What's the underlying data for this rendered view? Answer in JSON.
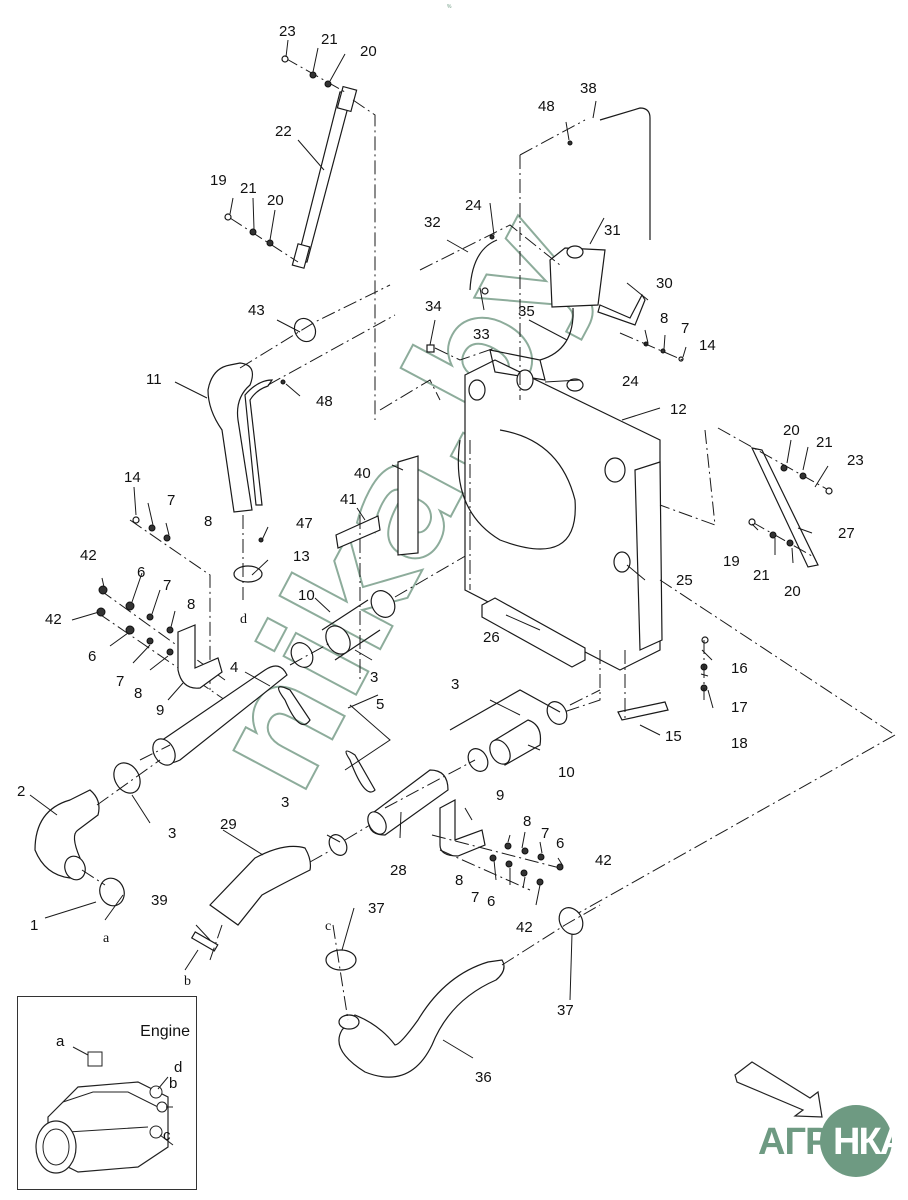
{
  "diagram": {
    "title": "Radiator / cooling system exploded view",
    "callouts": [
      "23",
      "21",
      "20",
      "22",
      "19",
      "21",
      "20",
      "43",
      "11",
      "48",
      "14",
      "7",
      "8",
      "42",
      "6",
      "7",
      "8",
      "42",
      "6",
      "7",
      "8",
      "9",
      "47",
      "13",
      "4",
      "10",
      "3",
      "5",
      "40",
      "41",
      "32",
      "24",
      "34",
      "33",
      "35",
      "31",
      "30",
      "8",
      "7",
      "14",
      "24",
      "12",
      "38",
      "48",
      "20",
      "21",
      "23",
      "27",
      "19",
      "21",
      "20",
      "26",
      "25",
      "16",
      "17",
      "18",
      "15",
      "3",
      "10",
      "2",
      "3",
      "1",
      "29",
      "39",
      "3",
      "28",
      "9",
      "8",
      "7",
      "6",
      "42",
      "8",
      "7",
      "6",
      "42",
      "37",
      "37",
      "36"
    ],
    "reference_letters": [
      "a",
      "b",
      "c",
      "d"
    ],
    "watermark": "nika.by"
  },
  "inset": {
    "title": "Engine",
    "labels": [
      "a",
      "d",
      "b",
      "c"
    ]
  },
  "logo": {
    "left_text": "АГРО",
    "circle_text": "НКА",
    "color": "#6e9a82"
  },
  "top_mark": "%"
}
